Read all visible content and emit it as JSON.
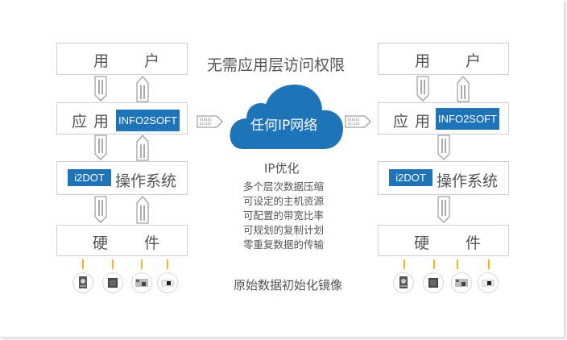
{
  "left_stack": {
    "user": {
      "c1": "用",
      "c2": "户"
    },
    "app": {
      "c1": "应",
      "c2": "用",
      "tag": "INFO2SOFT"
    },
    "os": {
      "tag": "i2DOT",
      "label": "操作系统"
    },
    "hardware": {
      "c1": "硬",
      "c2": "件"
    }
  },
  "right_stack": {
    "user": {
      "c1": "用",
      "c2": "户"
    },
    "app": {
      "c1": "应",
      "c2": "用",
      "tag": "INFO2SOFT"
    },
    "os": {
      "tag": "i2DOT",
      "label": "操作系统"
    },
    "hardware": {
      "c1": "硬",
      "c2": "件"
    }
  },
  "center": {
    "top_caption": "无需应用层访问权限",
    "cloud_label": "任何IP网络",
    "optimization_title": "IP优化",
    "optimization_items": [
      "多个层次数据压缩",
      "可设定的主机资源",
      "可配置的带宽比率",
      "可规划的复制计划",
      "零重复数据的传输"
    ],
    "bottom_caption": "原始数据初始化镜像"
  },
  "arrow_bits": {
    "a": "010101",
    "b": "011101"
  },
  "hardware_icons": [
    "hard-disk-icon",
    "cpu-icon",
    "memory-board-icon",
    "network-card-icon"
  ],
  "colors": {
    "accent": "#1f74b8",
    "connector": "#f2b51c",
    "border": "#cfcfcf",
    "text": "#555555"
  }
}
